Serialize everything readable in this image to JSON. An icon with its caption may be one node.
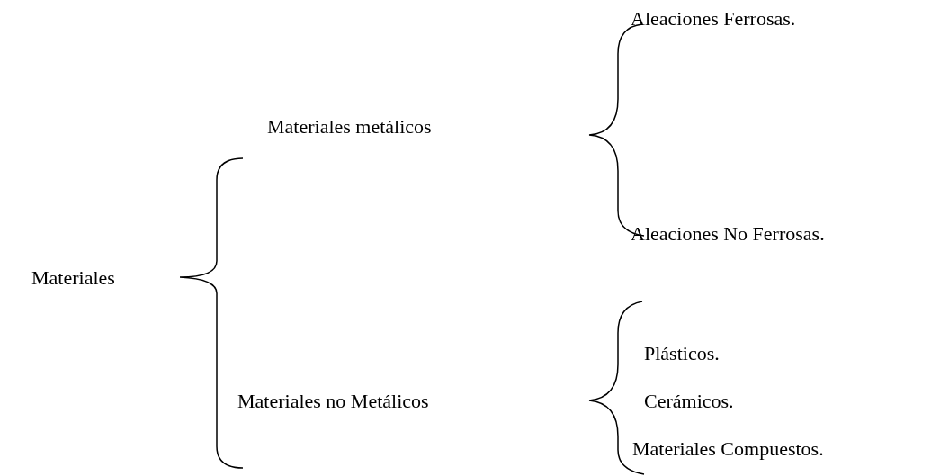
{
  "diagram": {
    "labels": [
      "Aleaciones Ferrosas.",
      "Materiales metálicos",
      "Aleaciones No Ferrosas.",
      "Materiales",
      "Plásticos.",
      "Materiales no Metálicos",
      "Cerámicos.",
      "Materiales Compuestos."
    ]
  }
}
